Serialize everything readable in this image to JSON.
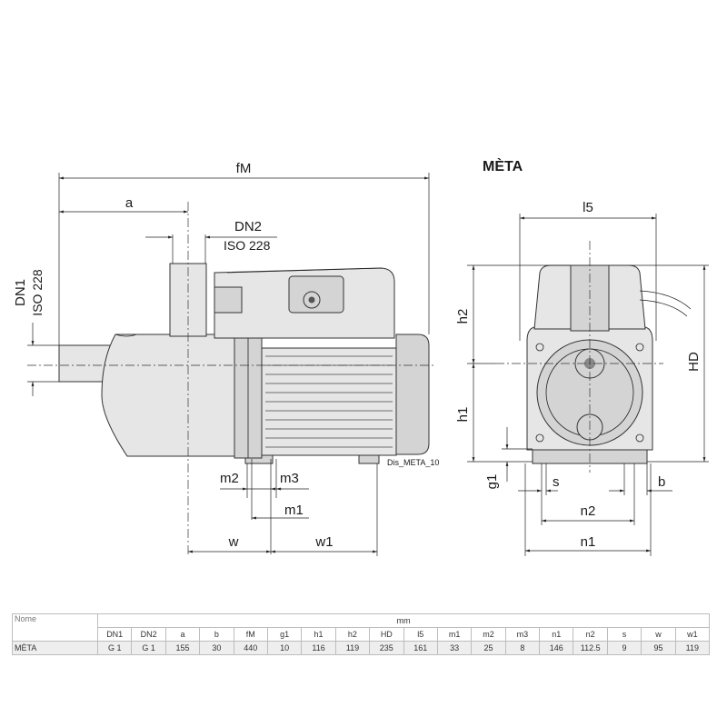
{
  "title": "MÈTA",
  "drawing_code": "Dis_META_10",
  "side_view": {
    "labels": {
      "fM": "fM",
      "a": "a",
      "DN2": "DN2",
      "iso_dn2": "ISO 228",
      "DN1": "DN1",
      "iso_dn1": "ISO 228",
      "m2": "m2",
      "m3": "m3",
      "m1": "m1",
      "w": "w",
      "w1": "w1"
    }
  },
  "front_view": {
    "labels": {
      "l5": "l5",
      "h2": "h2",
      "h1": "h1",
      "HD": "HD",
      "g1": "g1",
      "s": "s",
      "b": "b",
      "n2": "n2",
      "n1": "n1"
    }
  },
  "table": {
    "nome_header": "Nome",
    "unit_header": "mm",
    "columns": [
      "DN1",
      "DN2",
      "a",
      "b",
      "fM",
      "g1",
      "h1",
      "h2",
      "HD",
      "l5",
      "m1",
      "m2",
      "m3",
      "n1",
      "n2",
      "s",
      "w",
      "w1"
    ],
    "rows": [
      {
        "name": "MÈTA",
        "values": [
          "G 1",
          "G 1",
          "155",
          "30",
          "440",
          "10",
          "116",
          "119",
          "235",
          "161",
          "33",
          "25",
          "8",
          "146",
          "112.5",
          "9",
          "95",
          "119"
        ]
      }
    ]
  }
}
